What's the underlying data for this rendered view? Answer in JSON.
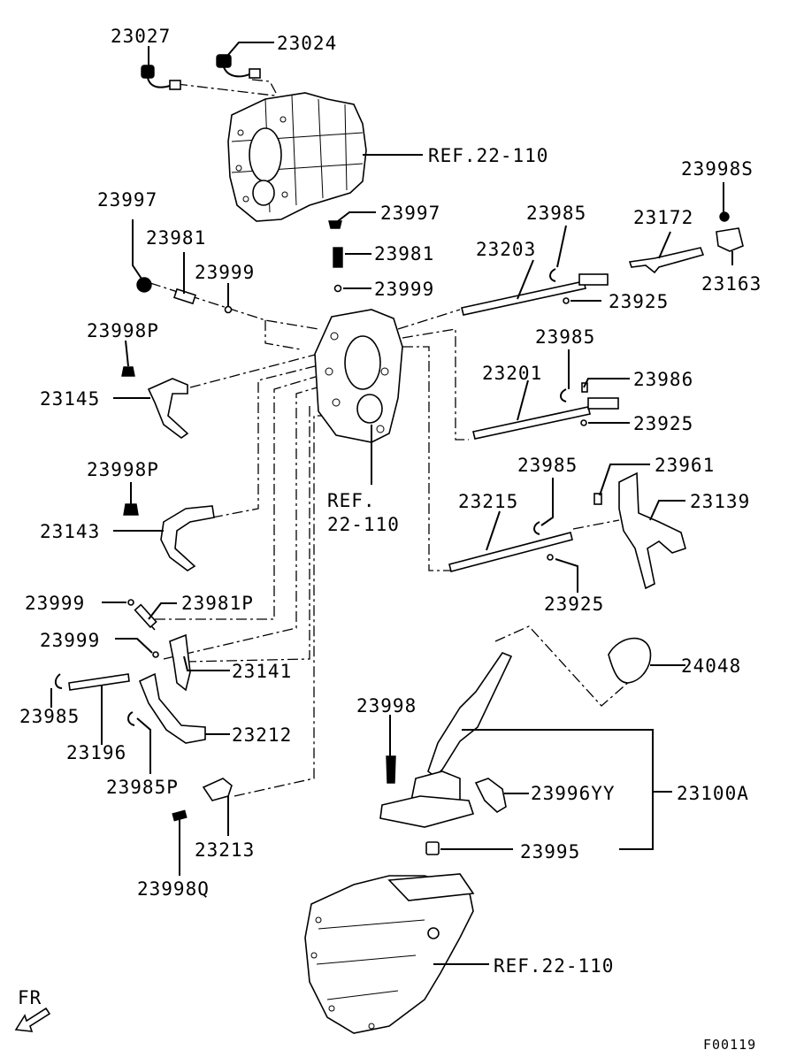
{
  "labels": {
    "p23027": "23027",
    "p23024": "23024",
    "ref_top": "REF.22-110",
    "p23997a": "23997",
    "p23997b": "23997",
    "p23981a": "23981",
    "p23981b": "23981",
    "p23999a": "23999",
    "p23999b": "23999",
    "p23998s": "23998S",
    "p23985a": "23985",
    "p23172": "23172",
    "p23203": "23203",
    "p23163": "23163",
    "p23925a": "23925",
    "p23998p_a": "23998P",
    "p23985b": "23985",
    "p23201": "23201",
    "p23986": "23986",
    "p23145": "23145",
    "p23925b": "23925",
    "p23998p_b": "23998P",
    "p23985c": "23985",
    "p23961": "23961",
    "ref_mid_1": "REF.",
    "ref_mid_2": "22-110",
    "p23215": "23215",
    "p23139": "23139",
    "p23143": "23143",
    "p23925c": "23925",
    "p23999c": "23999",
    "p23981p": "23981P",
    "p23999d": "23999",
    "p23141": "23141",
    "p24048": "24048",
    "p23985d": "23985",
    "p23196": "23196",
    "p23212": "23212",
    "p23998": "23998",
    "p23985p": "23985P",
    "p23996yy": "23996YY",
    "p23100a": "23100A",
    "p23213": "23213",
    "p23995": "23995",
    "p23998q": "23998Q",
    "ref_bottom": "REF.22-110",
    "fr": "FR",
    "figure_code": "F00119"
  }
}
